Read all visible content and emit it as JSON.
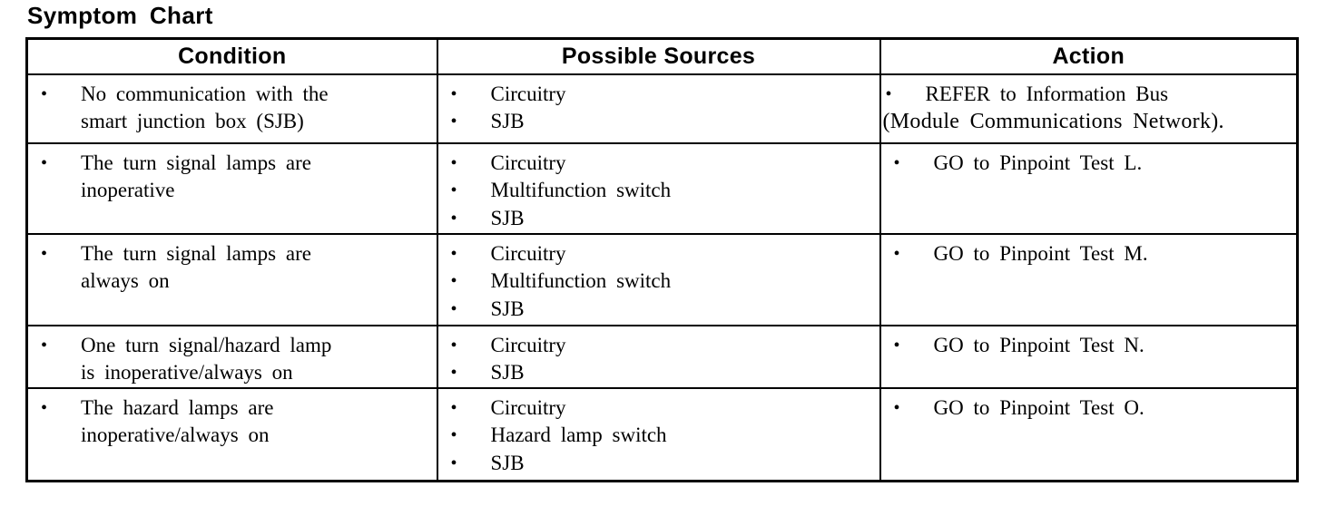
{
  "page": {
    "title": "Symptom Chart"
  },
  "glyphs": {
    "bullet": "•"
  },
  "table": {
    "headers": {
      "condition": "Condition",
      "sources": "Possible Sources",
      "action": "Action"
    },
    "rows": [
      {
        "condition": {
          "line1": "No communication with the",
          "line2": "smart junction box (SJB)"
        },
        "sources": [
          "Circuitry",
          "SJB"
        ],
        "action": {
          "main": "REFER to Information Bus",
          "overflow": "(Module Communications Network)."
        }
      },
      {
        "condition": {
          "line1": "The turn signal lamps are",
          "line2": "inoperative"
        },
        "sources": [
          "Circuitry",
          "Multifunction switch",
          "SJB"
        ],
        "action": {
          "main": "GO to Pinpoint Test L."
        }
      },
      {
        "condition": {
          "line1": "The turn signal lamps are",
          "line2": "always on"
        },
        "sources": [
          "Circuitry",
          "Multifunction switch",
          "SJB"
        ],
        "action": {
          "main": "GO to Pinpoint Test M."
        }
      },
      {
        "condition": {
          "line1": "One turn signal/hazard lamp",
          "line2": "is inoperative/always on"
        },
        "sources": [
          "Circuitry",
          "SJB"
        ],
        "action": {
          "main": "GO to Pinpoint Test N."
        }
      },
      {
        "condition": {
          "line1": "The hazard lamps are",
          "line2": "inoperative/always on"
        },
        "sources": [
          "Circuitry",
          "Hazard lamp switch",
          "SJB"
        ],
        "action": {
          "main": "GO to Pinpoint Test O."
        }
      }
    ]
  }
}
